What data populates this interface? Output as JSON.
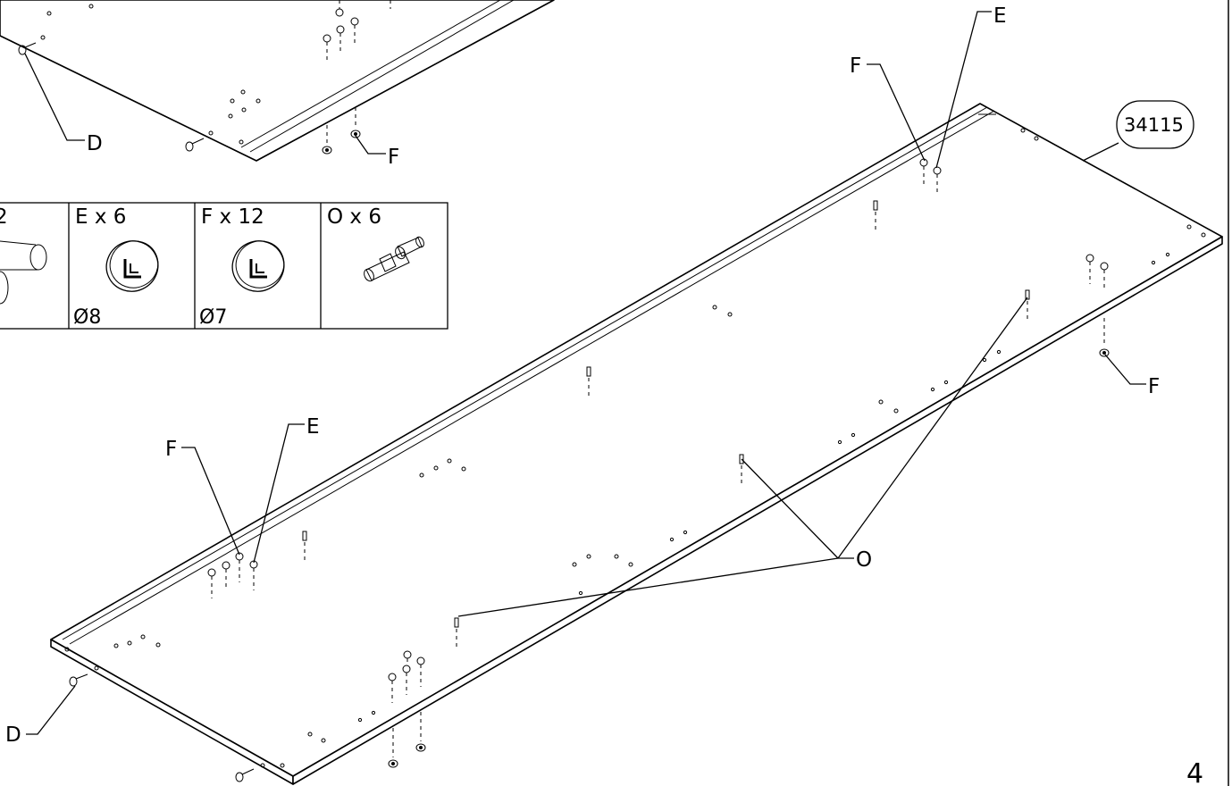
{
  "page_number": "4",
  "part_code": "34115",
  "hardware_table": [
    {
      "label": "2",
      "size": ""
    },
    {
      "label": "E x 6",
      "size": "Ø8"
    },
    {
      "label": "F x 12",
      "size": "Ø7"
    },
    {
      "label": "O x 6",
      "size": ""
    }
  ],
  "callouts": {
    "D_top": "D",
    "F_top": "F",
    "F_right_top": "F",
    "E_right_top": "E",
    "F_right": "F",
    "F_left": "F",
    "E_left": "E",
    "O": "O",
    "D_bottom": "D"
  },
  "icons": {
    "dowel": "dowel-icon",
    "cap": "cover-cap-icon",
    "connector": "connector-pin-icon",
    "screw": "screw-icon"
  }
}
